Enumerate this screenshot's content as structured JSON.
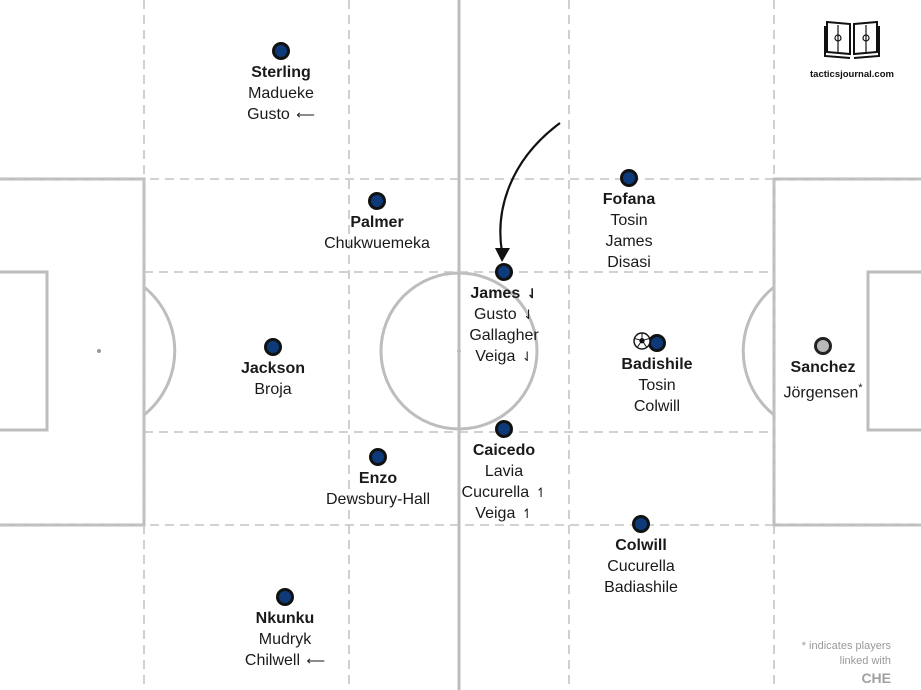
{
  "brand": {
    "name": "tacticsjournal.com",
    "icon": "open-book-pitch-icon"
  },
  "colors": {
    "player": "#0e3a7a",
    "goalkeeper": "#b8b8b8",
    "lines": "#bdbdbd",
    "text": "#1a1a1a"
  },
  "players": {
    "sterling": {
      "name": "Sterling",
      "alts": [
        "Madueke",
        "Gusto"
      ]
    },
    "palmer": {
      "name": "Palmer",
      "alts": [
        "Chukwuemeka"
      ]
    },
    "jackson": {
      "name": "Jackson",
      "alts": [
        "Broja"
      ]
    },
    "enzo": {
      "name": "Enzo",
      "alts": [
        "Dewsbury-Hall"
      ]
    },
    "nkunku": {
      "name": "Nkunku",
      "alts": [
        "Mudryk",
        "Chilwell"
      ]
    },
    "james": {
      "name": "James",
      "alts": [
        "Gusto",
        "Gallagher",
        "Veiga"
      ]
    },
    "caicedo": {
      "name": "Caicedo",
      "alts": [
        "Lavia",
        "Cucurella",
        "Veiga"
      ]
    },
    "fofana": {
      "name": "Fofana",
      "alts": [
        "Tosin",
        "James",
        "Disasi"
      ]
    },
    "badishile": {
      "name": "Badishile",
      "alts": [
        "Tosin",
        "Colwill"
      ]
    },
    "colwill": {
      "name": "Colwill",
      "alts": [
        "Cucurella",
        "Badiashile"
      ]
    },
    "sanchez": {
      "name": "Sanchez",
      "alts": [
        "Jörgensen"
      ],
      "alt_marker": "*"
    }
  },
  "markers": {
    "left_arrow": "⟵",
    "down_arrow": "⇃",
    "up_arrow": "↿"
  },
  "note": {
    "line1": "* indicates players",
    "line2": "linked with",
    "club": "CHE"
  }
}
